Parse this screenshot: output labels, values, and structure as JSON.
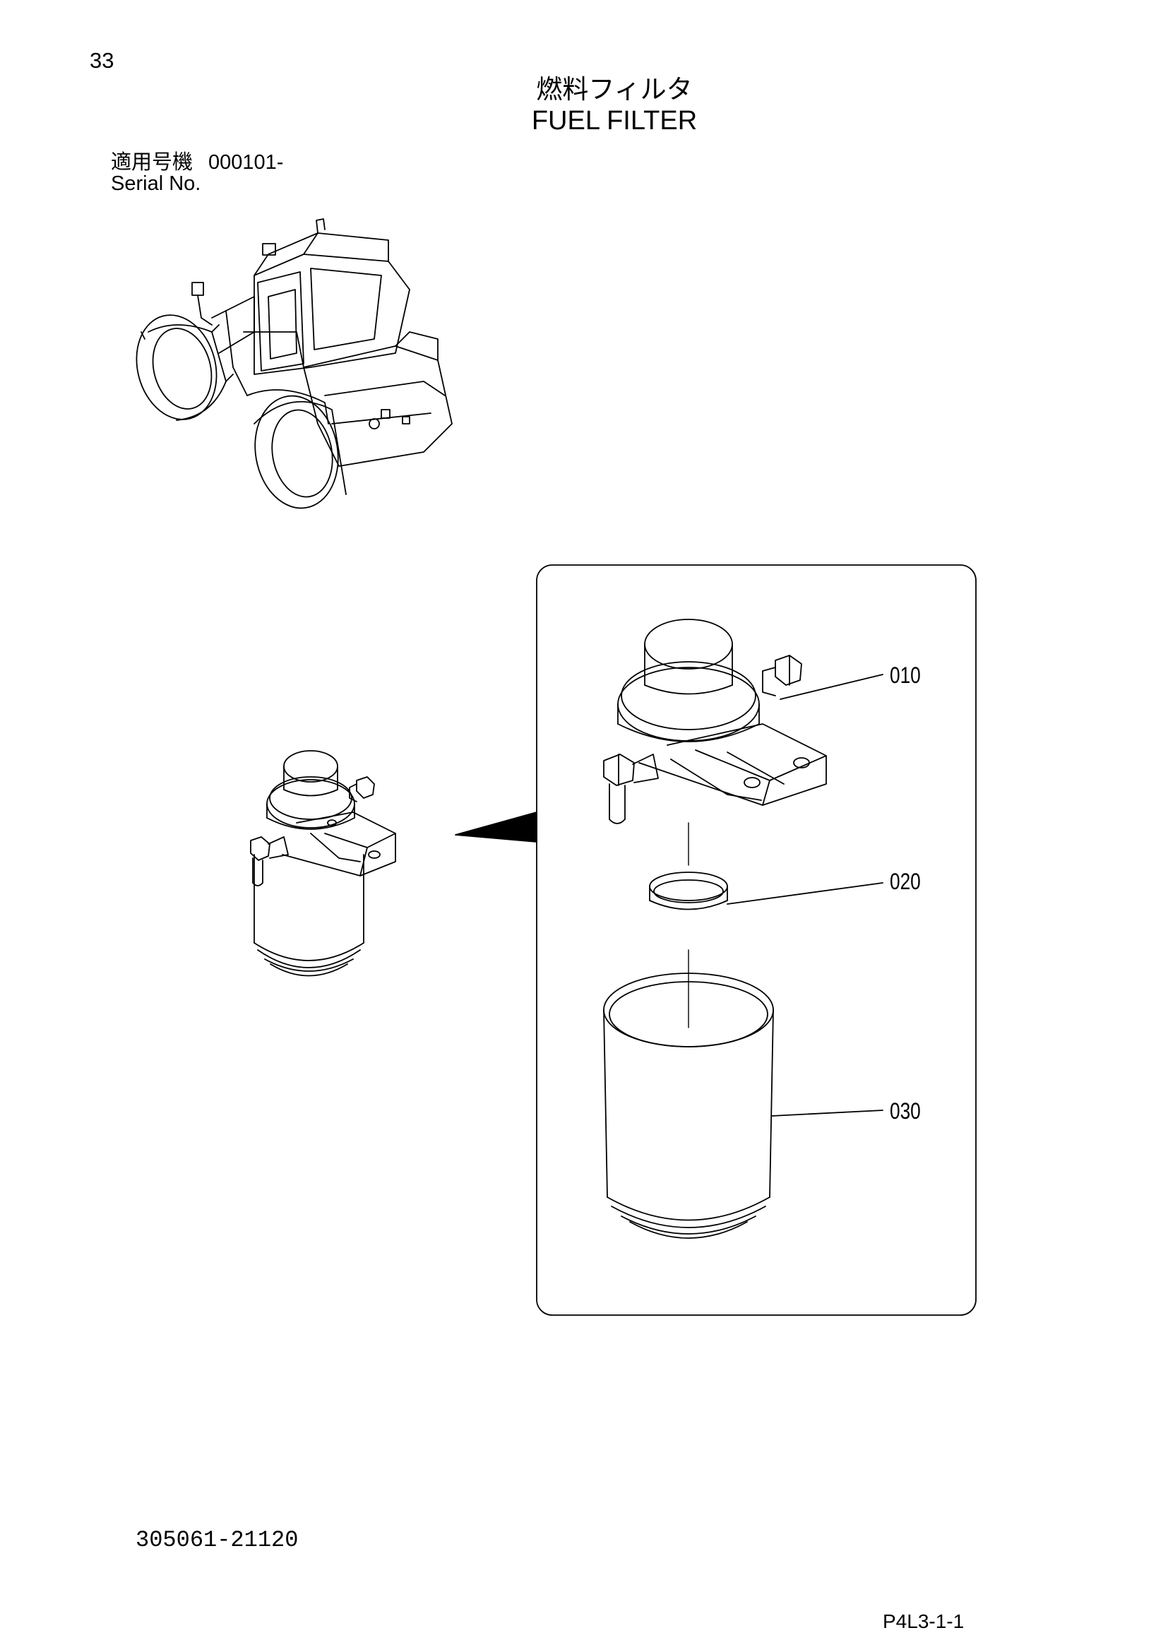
{
  "header": {
    "page_number": "33",
    "title_jp": "燃料フィルタ",
    "title_en": "FUEL FILTER"
  },
  "serial": {
    "label_jp": "適用号機",
    "range": "000101-",
    "label_en": "Serial No."
  },
  "parts": [
    {
      "number": "010"
    },
    {
      "number": "020"
    },
    {
      "number": "030"
    }
  ],
  "footer": {
    "document_code": "305061-21120",
    "sheet_code": "P4L3-1-1"
  }
}
